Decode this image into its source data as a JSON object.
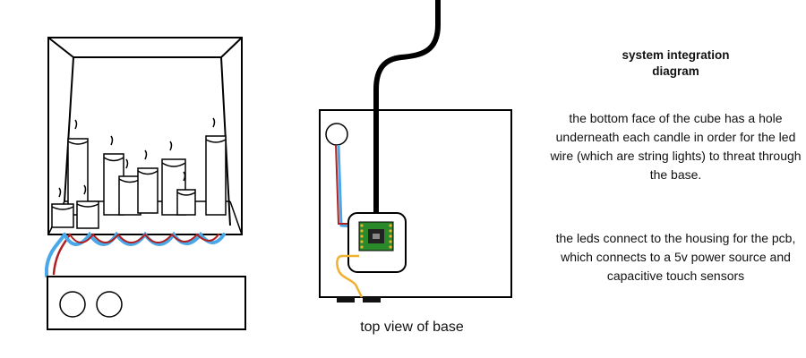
{
  "title": "system integration\ndiagram",
  "paragraphs": [
    "the bottom face of the cube has a hole underneath each candle in order for the led wire (which are string lights) to threat through the base.",
    "the leds connect to the housing for the pcb, which connects to a 5v power source and capacitive touch sensors"
  ],
  "caption": "top view of base",
  "colors": {
    "outline": "#000000",
    "wire_red": "#b02020",
    "wire_blue": "#4aa8e8",
    "wire_yellow": "#f0b030",
    "pcb_green": "#2a8a2a",
    "pcb_chip": "#222222"
  }
}
